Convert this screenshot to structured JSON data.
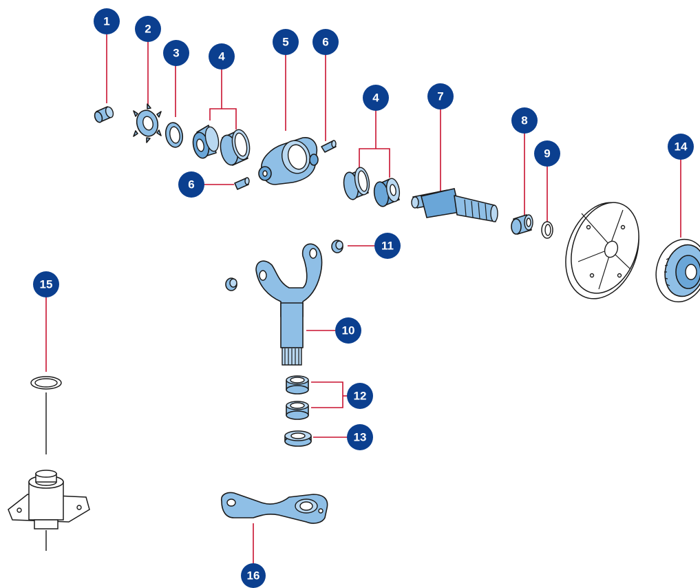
{
  "callouts": {
    "c1": "1",
    "c2": "2",
    "c3": "3",
    "c4a": "4",
    "c5": "5",
    "c6a": "6",
    "c6b": "6",
    "c4b": "4",
    "c7": "7",
    "c8": "8",
    "c9": "9",
    "c14": "14",
    "c15": "15",
    "c11": "11",
    "c10": "10",
    "c12": "12",
    "c13": "13",
    "c16": "16"
  },
  "colors": {
    "callout_fill": "#0b3f8f",
    "leader_line": "#c8102e",
    "part_fill": "#8fbfe6"
  }
}
